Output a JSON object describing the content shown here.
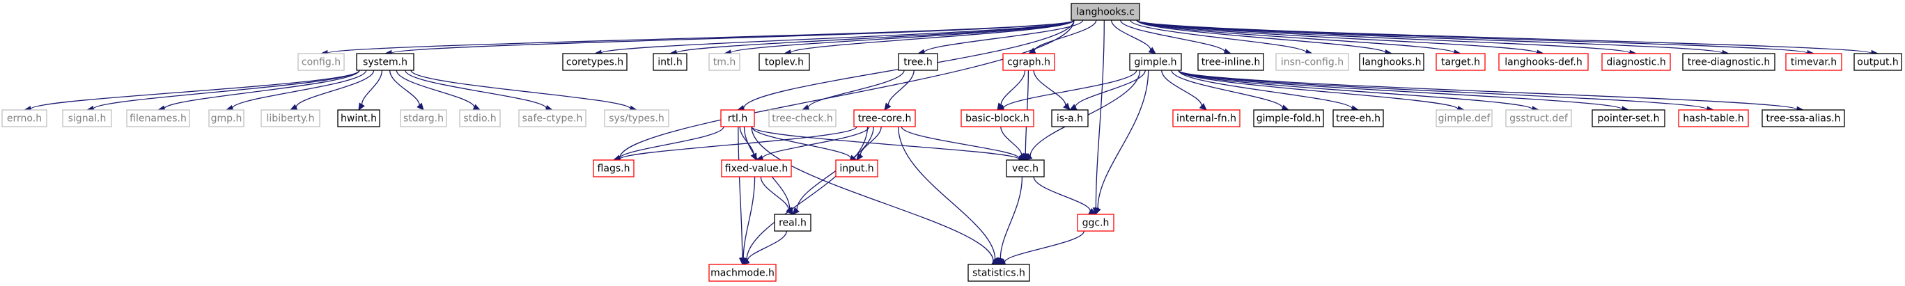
{
  "colors": {
    "edge": "#191970",
    "border_default": "#000000",
    "border_missing": "#bfbfbf",
    "border_truncated": "#ff0000",
    "root_fill": "#bfbfbf",
    "text_default": "#000000",
    "text_missing": "#808080"
  },
  "nodes": [
    {
      "id": "langhooks_c",
      "label": "langhooks.c",
      "kind": "root"
    },
    {
      "id": "config_h",
      "label": "config.h",
      "kind": "missing"
    },
    {
      "id": "system_h",
      "label": "system.h",
      "kind": "normal"
    },
    {
      "id": "coretypes_h",
      "label": "coretypes.h",
      "kind": "normal"
    },
    {
      "id": "intl_h",
      "label": "intl.h",
      "kind": "normal"
    },
    {
      "id": "tm_h",
      "label": "tm.h",
      "kind": "missing"
    },
    {
      "id": "toplev_h",
      "label": "toplev.h",
      "kind": "normal"
    },
    {
      "id": "tree_h",
      "label": "tree.h",
      "kind": "normal"
    },
    {
      "id": "cgraph_h",
      "label": "cgraph.h",
      "kind": "truncated"
    },
    {
      "id": "gimple_h",
      "label": "gimple.h",
      "kind": "normal"
    },
    {
      "id": "tree_inline_h",
      "label": "tree-inline.h",
      "kind": "normal"
    },
    {
      "id": "insn_config_h",
      "label": "insn-config.h",
      "kind": "missing"
    },
    {
      "id": "langhooks_h",
      "label": "langhooks.h",
      "kind": "normal"
    },
    {
      "id": "target_h",
      "label": "target.h",
      "kind": "truncated"
    },
    {
      "id": "langhooks_def_h",
      "label": "langhooks-def.h",
      "kind": "truncated"
    },
    {
      "id": "diagnostic_h",
      "label": "diagnostic.h",
      "kind": "truncated"
    },
    {
      "id": "tree_diagnostic_h",
      "label": "tree-diagnostic.h",
      "kind": "normal"
    },
    {
      "id": "timevar_h",
      "label": "timevar.h",
      "kind": "truncated"
    },
    {
      "id": "output_h",
      "label": "output.h",
      "kind": "normal"
    },
    {
      "id": "errno_h",
      "label": "errno.h",
      "kind": "missing"
    },
    {
      "id": "signal_h",
      "label": "signal.h",
      "kind": "missing"
    },
    {
      "id": "filenames_h",
      "label": "filenames.h",
      "kind": "missing"
    },
    {
      "id": "gmp_h",
      "label": "gmp.h",
      "kind": "missing"
    },
    {
      "id": "libiberty_h",
      "label": "libiberty.h",
      "kind": "missing"
    },
    {
      "id": "hwint_h",
      "label": "hwint.h",
      "kind": "normal"
    },
    {
      "id": "stdarg_h",
      "label": "stdarg.h",
      "kind": "missing"
    },
    {
      "id": "stdio_h",
      "label": "stdio.h",
      "kind": "missing"
    },
    {
      "id": "safe_ctype_h",
      "label": "safe-ctype.h",
      "kind": "missing"
    },
    {
      "id": "sys_types_h",
      "label": "sys/types.h",
      "kind": "missing"
    },
    {
      "id": "rtl_h",
      "label": "rtl.h",
      "kind": "truncated"
    },
    {
      "id": "tree_check_h",
      "label": "tree-check.h",
      "kind": "missing"
    },
    {
      "id": "tree_core_h",
      "label": "tree-core.h",
      "kind": "truncated"
    },
    {
      "id": "basic_block_h",
      "label": "basic-block.h",
      "kind": "truncated"
    },
    {
      "id": "is_a_h",
      "label": "is-a.h",
      "kind": "normal"
    },
    {
      "id": "internal_fn_h",
      "label": "internal-fn.h",
      "kind": "truncated"
    },
    {
      "id": "gimple_fold_h",
      "label": "gimple-fold.h",
      "kind": "normal"
    },
    {
      "id": "tree_eh_h",
      "label": "tree-eh.h",
      "kind": "normal"
    },
    {
      "id": "gimple_def",
      "label": "gimple.def",
      "kind": "missing"
    },
    {
      "id": "gsstruct_def",
      "label": "gsstruct.def",
      "kind": "missing"
    },
    {
      "id": "pointer_set_h",
      "label": "pointer-set.h",
      "kind": "normal"
    },
    {
      "id": "hash_table_h",
      "label": "hash-table.h",
      "kind": "truncated"
    },
    {
      "id": "tree_ssa_alias_h",
      "label": "tree-ssa-alias.h",
      "kind": "normal"
    },
    {
      "id": "flags_h",
      "label": "flags.h",
      "kind": "truncated"
    },
    {
      "id": "fixed_value_h",
      "label": "fixed-value.h",
      "kind": "truncated"
    },
    {
      "id": "input_h",
      "label": "input.h",
      "kind": "truncated"
    },
    {
      "id": "vec_h",
      "label": "vec.h",
      "kind": "normal"
    },
    {
      "id": "real_h",
      "label": "real.h",
      "kind": "normal"
    },
    {
      "id": "ggc_h",
      "label": "ggc.h",
      "kind": "truncated"
    },
    {
      "id": "machmode_h",
      "label": "machmode.h",
      "kind": "truncated"
    },
    {
      "id": "statistics_h",
      "label": "statistics.h",
      "kind": "normal"
    }
  ],
  "edges": [
    [
      "langhooks_c",
      "config_h"
    ],
    [
      "langhooks_c",
      "system_h"
    ],
    [
      "langhooks_c",
      "coretypes_h"
    ],
    [
      "langhooks_c",
      "intl_h"
    ],
    [
      "langhooks_c",
      "tm_h"
    ],
    [
      "langhooks_c",
      "toplev_h"
    ],
    [
      "langhooks_c",
      "tree_h"
    ],
    [
      "langhooks_c",
      "cgraph_h"
    ],
    [
      "langhooks_c",
      "gimple_h"
    ],
    [
      "langhooks_c",
      "tree_inline_h"
    ],
    [
      "langhooks_c",
      "insn_config_h"
    ],
    [
      "langhooks_c",
      "langhooks_h"
    ],
    [
      "langhooks_c",
      "target_h"
    ],
    [
      "langhooks_c",
      "langhooks_def_h"
    ],
    [
      "langhooks_c",
      "diagnostic_h"
    ],
    [
      "langhooks_c",
      "tree_diagnostic_h"
    ],
    [
      "langhooks_c",
      "timevar_h"
    ],
    [
      "langhooks_c",
      "output_h"
    ],
    [
      "langhooks_c",
      "rtl_h"
    ],
    [
      "langhooks_c",
      "flags_h"
    ],
    [
      "langhooks_c",
      "ggc_h"
    ],
    [
      "system_h",
      "errno_h"
    ],
    [
      "system_h",
      "signal_h"
    ],
    [
      "system_h",
      "filenames_h"
    ],
    [
      "system_h",
      "gmp_h"
    ],
    [
      "system_h",
      "libiberty_h"
    ],
    [
      "system_h",
      "hwint_h"
    ],
    [
      "system_h",
      "stdarg_h"
    ],
    [
      "system_h",
      "stdio_h"
    ],
    [
      "system_h",
      "safe_ctype_h"
    ],
    [
      "system_h",
      "sys_types_h"
    ],
    [
      "tree_h",
      "tree_check_h"
    ],
    [
      "tree_h",
      "tree_core_h"
    ],
    [
      "cgraph_h",
      "basic_block_h"
    ],
    [
      "cgraph_h",
      "is_a_h"
    ],
    [
      "cgraph_h",
      "vec_h"
    ],
    [
      "gimple_h",
      "is_a_h"
    ],
    [
      "gimple_h",
      "basic_block_h"
    ],
    [
      "gimple_h",
      "internal_fn_h"
    ],
    [
      "gimple_h",
      "gimple_fold_h"
    ],
    [
      "gimple_h",
      "tree_eh_h"
    ],
    [
      "gimple_h",
      "gimple_def"
    ],
    [
      "gimple_h",
      "gsstruct_def"
    ],
    [
      "gimple_h",
      "pointer_set_h"
    ],
    [
      "gimple_h",
      "hash_table_h"
    ],
    [
      "gimple_h",
      "tree_ssa_alias_h"
    ],
    [
      "gimple_h",
      "vec_h"
    ],
    [
      "gimple_h",
      "ggc_h"
    ],
    [
      "rtl_h",
      "flags_h"
    ],
    [
      "rtl_h",
      "fixed_value_h"
    ],
    [
      "rtl_h",
      "input_h"
    ],
    [
      "rtl_h",
      "real_h"
    ],
    [
      "rtl_h",
      "vec_h"
    ],
    [
      "rtl_h",
      "machmode_h"
    ],
    [
      "rtl_h",
      "statistics_h"
    ],
    [
      "tree_core_h",
      "flags_h"
    ],
    [
      "tree_core_h",
      "fixed_value_h"
    ],
    [
      "tree_core_h",
      "input_h"
    ],
    [
      "tree_core_h",
      "vec_h"
    ],
    [
      "tree_core_h",
      "real_h"
    ],
    [
      "tree_core_h",
      "machmode_h"
    ],
    [
      "tree_core_h",
      "statistics_h"
    ],
    [
      "basic_block_h",
      "vec_h"
    ],
    [
      "fixed_value_h",
      "real_h"
    ],
    [
      "fixed_value_h",
      "machmode_h"
    ],
    [
      "real_h",
      "machmode_h"
    ],
    [
      "vec_h",
      "ggc_h"
    ],
    [
      "vec_h",
      "statistics_h"
    ],
    [
      "ggc_h",
      "statistics_h"
    ]
  ]
}
